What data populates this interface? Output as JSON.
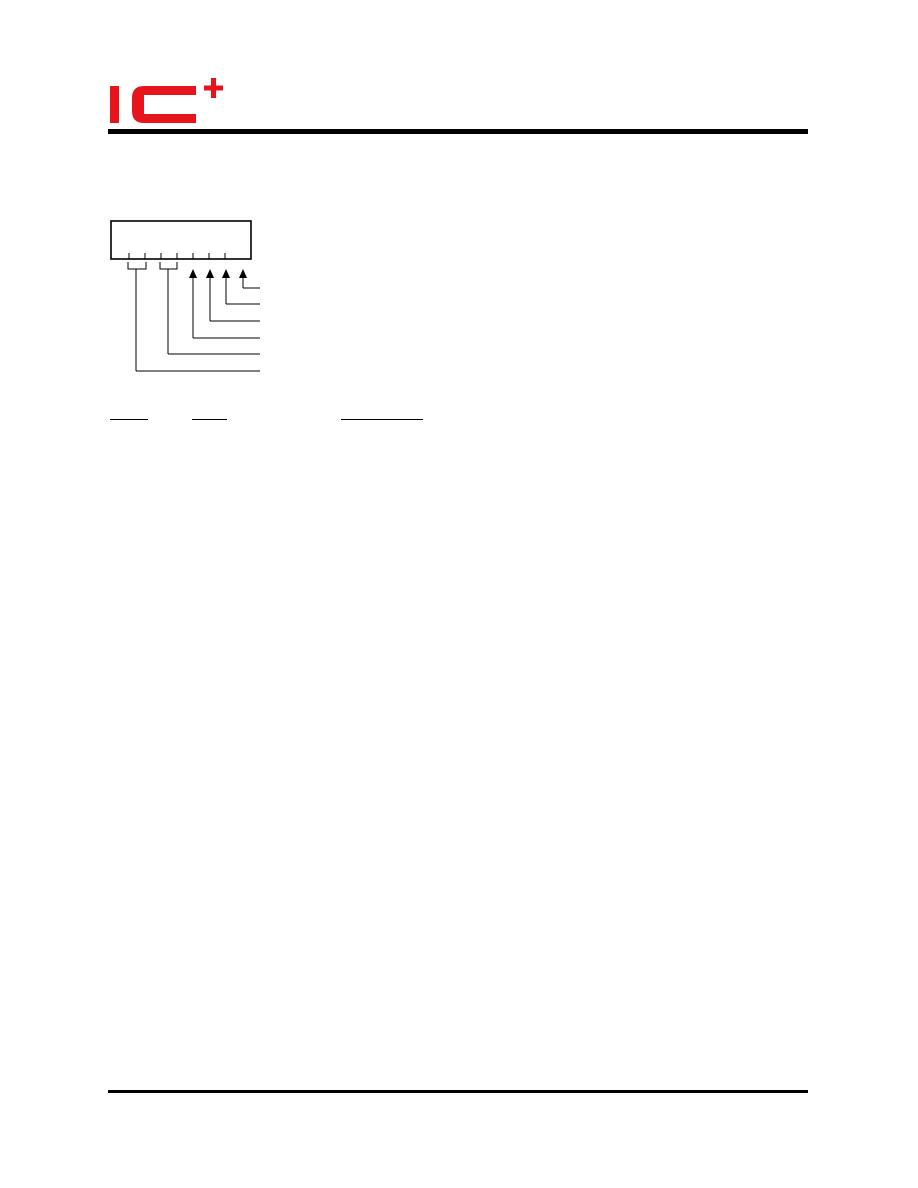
{
  "header": {
    "logo": {
      "text": "IC+",
      "color": "#e8141c",
      "icon": "ic-plus-logo"
    }
  },
  "ordering_diagram": {
    "icon": "part-number-breakdown-diagram"
  },
  "table": {
    "headings": [
      "",
      "",
      ""
    ]
  },
  "colors": {
    "rule": "#000000",
    "brand": "#e8141c"
  }
}
